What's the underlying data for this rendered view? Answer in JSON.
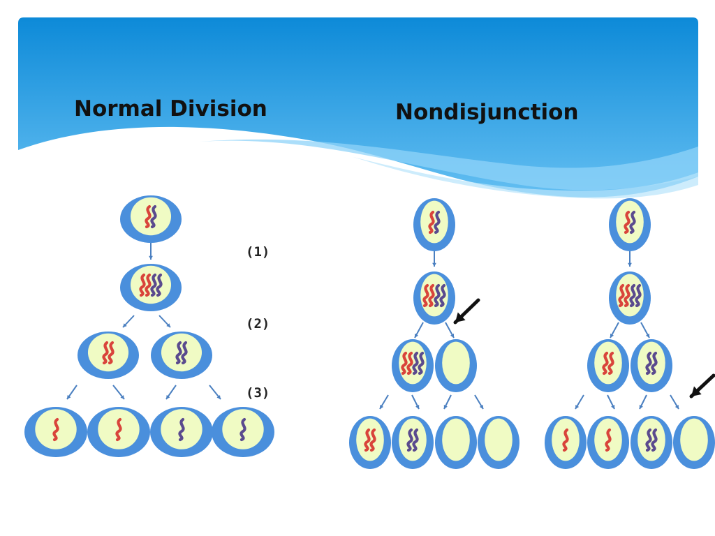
{
  "header": {
    "left_title": "Normal Division",
    "right_title": "Nondisjunction"
  },
  "steps": [
    "(1)",
    "(2)",
    "(3)"
  ],
  "colors": {
    "banner_top": "#1e90dc",
    "banner_bottom": "#5bb8ef",
    "cell_outer": "#4a8fdc",
    "cell_inner": "#f0fbc4",
    "chromosome_red": "#d9443b",
    "chromosome_purple": "#5a4a8e",
    "arrow_blue": "#4a7fc0",
    "pointer_black": "#111111"
  },
  "panels": [
    {
      "name": "normal-division",
      "rows": [
        [
          "red+purple"
        ],
        [
          "red-dup+purple-dup"
        ],
        [
          "red-dup",
          "purple-dup"
        ],
        [
          "red",
          "red",
          "purple",
          "purple"
        ]
      ]
    },
    {
      "name": "nondisjunction-meiosis-1",
      "rows": [
        [
          "red+purple"
        ],
        [
          "red-dup+purple-dup"
        ],
        [
          "red-dup+purple-dup",
          "empty"
        ],
        [
          "red+red",
          "purple+purple",
          "empty",
          "empty"
        ]
      ]
    },
    {
      "name": "nondisjunction-meiosis-2",
      "rows": [
        [
          "red+purple"
        ],
        [
          "red-dup+purple-dup"
        ],
        [
          "red-dup",
          "purple-dup"
        ],
        [
          "red",
          "red",
          "purple+purple",
          "empty"
        ]
      ]
    }
  ]
}
